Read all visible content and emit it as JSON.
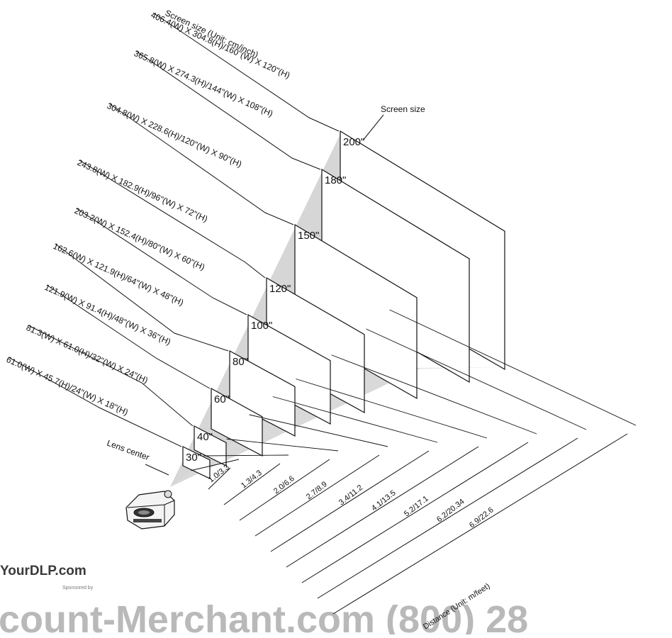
{
  "title": "Screen size (Unit: cm/inch)",
  "screen_size_label": "Screen size",
  "lens_center_label": "Lens center",
  "distance_label": "Distance (Unit: m/feet)",
  "screens": [
    {
      "inch": "30\"",
      "dims": "61.0(W) X 45.7(H)/24\"(W) X 18\"(H)",
      "distance": "1.0/3.3"
    },
    {
      "inch": "40\"",
      "dims": "81.3(W) X 61.0(H)/32\"(W) X 24\"(H)",
      "distance": "1.3/4.3"
    },
    {
      "inch": "60\"",
      "dims": "121.9(W) X 91.4(H)/48\"(W) X 36\"(H)",
      "distance": "2.0/6.6"
    },
    {
      "inch": "80\"",
      "dims": "162.6(W) X 121.9(H)/64\"(W) X 48\"(H)",
      "distance": "2.7/8.9"
    },
    {
      "inch": "100\"",
      "dims": "203.2(W) X 152.4(H)/80\"(W) X 60\"(H)",
      "distance": "3.4/11.2"
    },
    {
      "inch": "120\"",
      "dims": "243.8(W) X 182.9(H)/96\"(W) X 72\"(H)",
      "distance": "4.1/13.5"
    },
    {
      "inch": "150\"",
      "dims": "304.8(W) X 228.6(H)/120\"(W) X 90\"(H)",
      "distance": "5.2/17.1"
    },
    {
      "inch": "180\"",
      "dims": "365.8(W) X 274.3(H)/144\"(W) X 108\"(H)",
      "distance": "6.2/20.34"
    },
    {
      "inch": "200\"",
      "dims": "406.4(W) X 304.8(H)/160\"(W) X 120\"(H)",
      "distance": "6.9/22.6"
    }
  ],
  "watermark": {
    "site": "YourDLP.com",
    "sponsor": "Sponsored by",
    "banner": "count-Merchant.com (800) 28"
  }
}
